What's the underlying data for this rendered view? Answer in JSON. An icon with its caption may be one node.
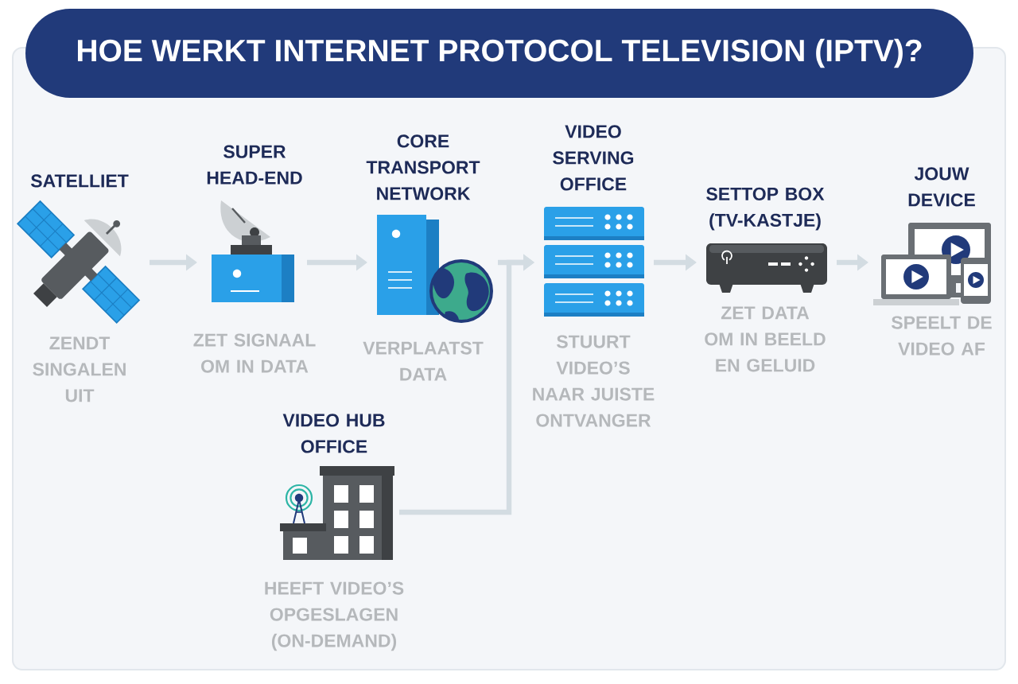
{
  "diagram": {
    "title": "HOE WERKT INTERNET PROTOCOL TELEVISION (IPTV)?",
    "nodes": [
      {
        "text": [
          "SATELLIET",
          "ZENDT SINGALEN UIT"
        ]
      },
      {
        "text": [
          "SUPER HEAD-END",
          "ZET SIGNAAL OM IN DATA"
        ]
      },
      {
        "text": [
          "CORE TRANSPORT NETWORK",
          "VERPLAATST DATA"
        ]
      },
      {
        "text": [
          "VIDEO SERVING OFFICE",
          "STUURT VIDEO’S NAAR JUISTE ONTVANGER"
        ]
      },
      {
        "text": [
          "SETTOP BOX (TV-KASTJE)",
          "ZET DATA OM IN BEELD EN GELUID"
        ]
      },
      {
        "text": [
          "JOUW DEVICE",
          "SPEELT DE VIDEO AF"
        ]
      },
      {
        "text": [
          "VIDEO HUB OFFICE",
          "HEEFT VIDEO’S OPGESLAGEN (ON-DEMAND)"
        ]
      }
    ],
    "edges": [
      {
        "from": 0,
        "to": 1,
        "arrow": "to"
      },
      {
        "from": 1,
        "to": 2,
        "arrow": "to"
      },
      {
        "from": 2,
        "to": 3,
        "arrow": "to"
      },
      {
        "from": 6,
        "to": 3,
        "arrow": "to"
      },
      {
        "from": 3,
        "to": 4,
        "arrow": "to"
      },
      {
        "from": 4,
        "to": 5,
        "arrow": "to"
      }
    ]
  }
}
